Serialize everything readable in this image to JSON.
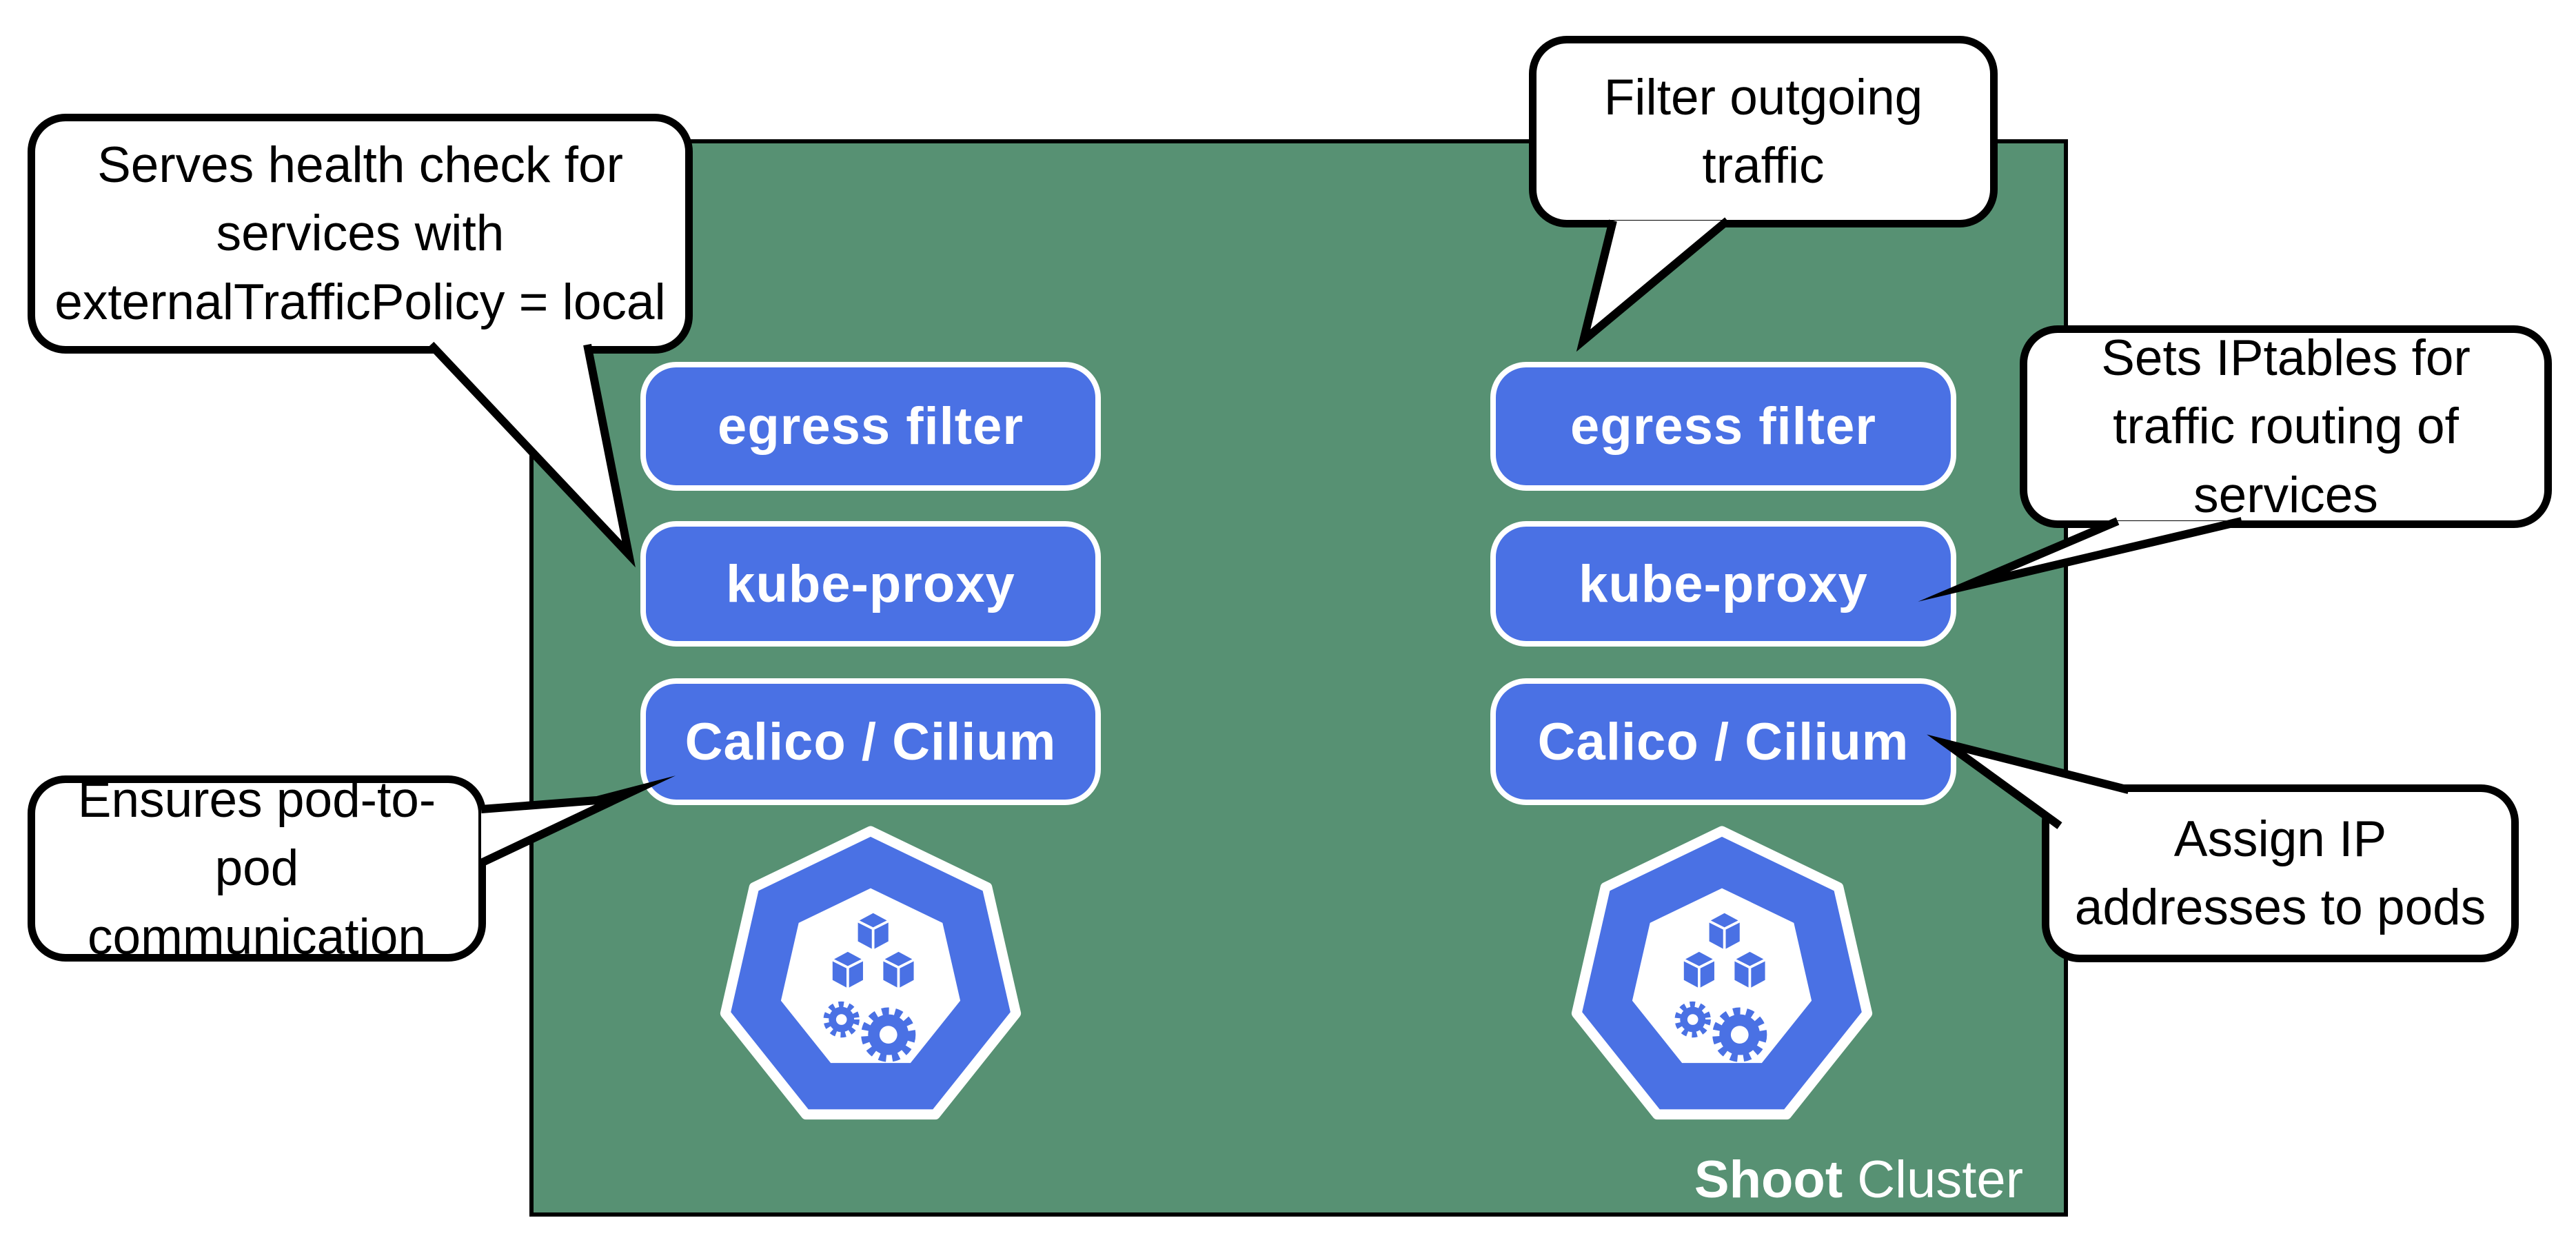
{
  "diagram": {
    "cluster": {
      "label_bold": "Shoot",
      "label_regular": " Cluster"
    },
    "colors": {
      "cluster_green": "#579173",
      "component_blue": "#4A71E4",
      "outline_black": "#000000",
      "bubble_white": "#FFFFFF"
    },
    "nodes": [
      {
        "icon": "kubernetes-node-icon",
        "boxes": [
          {
            "label": "egress filter"
          },
          {
            "label": "kube-proxy"
          },
          {
            "label": "Calico / Cilium"
          }
        ]
      },
      {
        "icon": "kubernetes-node-icon",
        "boxes": [
          {
            "label": "egress filter"
          },
          {
            "label": "kube-proxy"
          },
          {
            "label": "Calico / Cilium"
          }
        ]
      }
    ],
    "callouts": {
      "serves_health": {
        "text": "Serves health check for\nservices with\nexternalTrafficPolicy = local"
      },
      "filter_outgoing": {
        "text": "Filter outgoing\ntraffic"
      },
      "sets_iptables": {
        "text": "Sets IPtables for\ntraffic routing of\nservices"
      },
      "ensures_pod": {
        "text": "Ensures pod-to-\npod\ncommunication"
      },
      "assign_ip": {
        "text": "Assign IP\naddresses to pods"
      }
    }
  }
}
